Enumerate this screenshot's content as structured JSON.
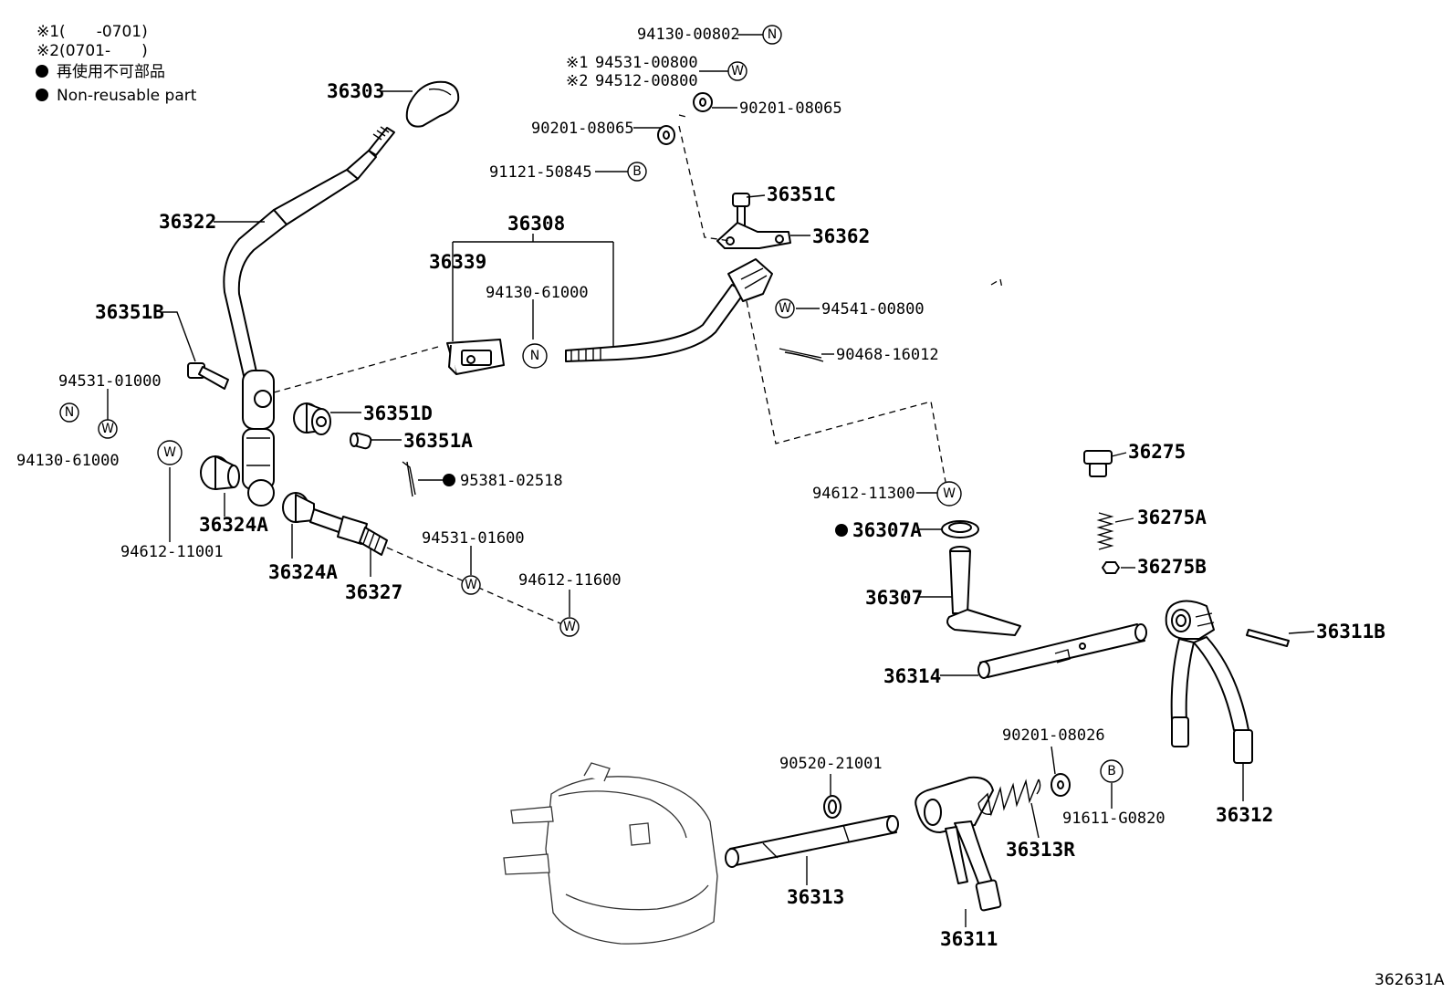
{
  "legend": {
    "note1": "※1(　　-0701)",
    "note2": "※2(0701-　　)",
    "non_reusable_jp": "再使用不可部品",
    "non_reusable_en": "Non-reusable part"
  },
  "figure_ref": "362631A",
  "symbols": {
    "N": "N",
    "W": "W",
    "B": "B"
  },
  "parts": {
    "p36303": "36303",
    "p36322": "36322",
    "p36351B": "36351B",
    "p94531_01000": "94531-01000",
    "p94130_61000_left": "94130-61000",
    "p94612_11001": "94612-11001",
    "p36324A_1": "36324A",
    "p36324A_2": "36324A",
    "p36327": "36327",
    "p94531_01600": "94531-01600",
    "p94612_11600": "94612-11600",
    "p36351D": "36351D",
    "p36351A": "36351A",
    "p95381_02518": "95381-02518",
    "p36308": "36308",
    "p36339": "36339",
    "p94130_61000_mid": "94130-61000",
    "p94130_00802": "94130-00802",
    "p94531_00800": "94531-00800",
    "p94531_00800_prefix": "※1",
    "p94512_00800": "94512-00800",
    "p94512_00800_prefix": "※2",
    "p90201_08065_right": "90201-08065",
    "p90201_08065_left": "90201-08065",
    "p91121_50845": "91121-50845",
    "p36351C": "36351C",
    "p36362": "36362",
    "p94541_00800": "94541-00800",
    "p90468_16012": "90468-16012",
    "p94612_11300": "94612-11300",
    "p36307A": "36307A",
    "p36307": "36307",
    "p36314": "36314",
    "p36275": "36275",
    "p36275A": "36275A",
    "p36275B": "36275B",
    "p36311B": "36311B",
    "p36312": "36312",
    "p90201_08026": "90201-08026",
    "p91611_G0820": "91611-G0820",
    "p90520_21001": "90520-21001",
    "p36313R": "36313R",
    "p36313": "36313",
    "p36311": "36311"
  }
}
